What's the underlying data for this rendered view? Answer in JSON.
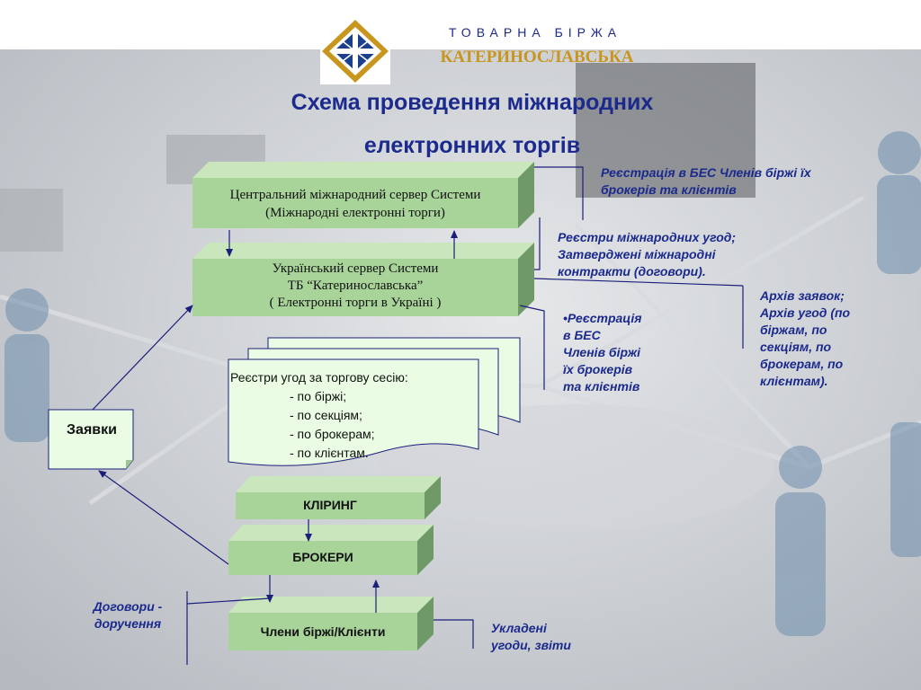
{
  "header": {
    "exchange_name": "ТОВАРНА  БІРЖА",
    "exchange_brand": "КАТЕРИНОСЛАВСЬКА",
    "logo_icon": "exchange-logo-icon"
  },
  "diagram": {
    "title_line1": "Схема проведення міжнародних",
    "title_line2": "електронних торгів",
    "central_server": {
      "line1": "Центральний міжнародний сервер Системи",
      "line2": "(Міжнародні електронні торги)"
    },
    "ukrainian_server": {
      "line1": "Український сервер Системи",
      "line2": "ТБ “Катеринославська”",
      "line3": "( Електронні торги в Україні )"
    },
    "registry_doc": {
      "title": "Реєстри угод за торгову сесію:",
      "items": [
        "- по біржі;",
        "- по секціям;",
        "- по брокерам;",
        "- по клієнтам."
      ]
    },
    "clearing": "КЛІРИНГ",
    "brokers": "БРОКЕРИ",
    "members": "Члени біржі/Клієнти",
    "requests": "Заявки",
    "notes": {
      "registration_top_1": "Реєстрація в БЕС Членів біржі їх",
      "registration_top_2": "брокерів та клієнтів",
      "registers_1": "Реєстри міжнародних угод;",
      "registers_2": "Затверджені міжнародні",
      "registers_3": "контракти (договори).",
      "archive_1": "Архів заявок;",
      "archive_2": "Архів угод (по",
      "archive_3": "біржам, по",
      "archive_4": "секціям, по",
      "archive_5": "брокерам, по",
      "archive_6": "клієнтам).",
      "registration_mid_1": "•Реєстрація",
      "registration_mid_2": "в БЕС",
      "registration_mid_3": "Членів біржі",
      "registration_mid_4": "їх брокерів",
      "registration_mid_5": "та клієнтів",
      "contracts_1": "Договори -",
      "contracts_2": "доручення",
      "deals_1": "Укладені",
      "deals_2": "угоди, звіти"
    }
  },
  "colors": {
    "box_fill": "#a8d49a",
    "box_top": "#c9e6bd",
    "box_side": "#6f9a68",
    "doc_fill": "#eafce4",
    "arrow": "#1b1f7a",
    "title": "#1b2a8c"
  }
}
